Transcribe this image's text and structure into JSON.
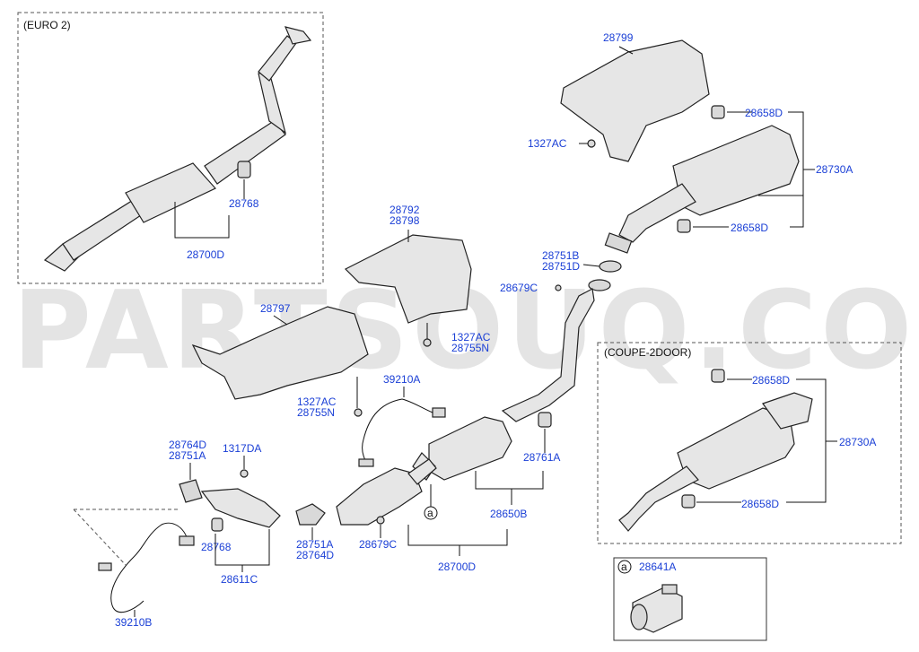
{
  "watermark": "PARTSOUQ.COM",
  "boxes": {
    "euro2": "(EURO 2)",
    "coupe": "(COUPE-2DOOR)",
    "clamp_marker": "a",
    "clamp_part": "28641A"
  },
  "labels": {
    "p28799": "28799",
    "p1327AC_top": "1327AC",
    "p28658D_1": "28658D",
    "p28730A_1": "28730A",
    "p28658D_2": "28658D",
    "p28768_euro": "28768",
    "p28700D_euro": "28700D",
    "p28792": "28792",
    "p28798": "28798",
    "p28751B": "28751B",
    "p28751D": "28751D",
    "p28679C_1": "28679C",
    "p1327AC_mid": "1327AC",
    "p28755N_mid": "28755N",
    "p28797": "28797",
    "p1327AC_low": "1327AC",
    "p28755N_low": "28755N",
    "p39210A": "39210A",
    "p28764D_top": "28764D",
    "p28751A_top": "28751A",
    "p1317DA": "1317DA",
    "p28761A": "28761A",
    "p28650B": "28650B",
    "marker_a": "a",
    "p28768_low": "28768",
    "p28611C": "28611C",
    "p28751A_low": "28751A",
    "p28764D_low": "28764D",
    "p28679C_2": "28679C",
    "p28700D_main": "28700D",
    "p39210B": "39210B",
    "p28658D_c1": "28658D",
    "p28730A_c": "28730A",
    "p28658D_c2": "28658D"
  }
}
